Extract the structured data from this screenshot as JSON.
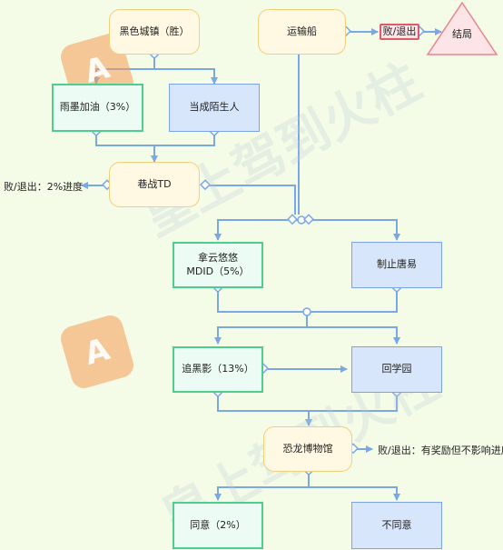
{
  "nodes": {
    "black_town": "黑色城镇（胜）",
    "transport_ship": "运输船",
    "defeat_exit_top": "败/退出",
    "ending": "结局",
    "rain_cheer": "雨墨加油（3%）",
    "stranger": "当成陌生人",
    "alley_td": "巷战TD",
    "defeat_exit_alley": "败/退出：2%进度",
    "nayun_mdid": "拿云悠悠\nMDID（5%）",
    "stop_tang": "制止唐易",
    "chase_shadow": "追黑影（13%）",
    "return_school": "回学园",
    "dino_museum": "恐龙博物馆",
    "defeat_exit_museum": "败/退出：有奖励但不影响进度",
    "agree": "同意（2%）",
    "disagree": "不同意"
  },
  "watermark_text": "皇上驾到火柱"
}
